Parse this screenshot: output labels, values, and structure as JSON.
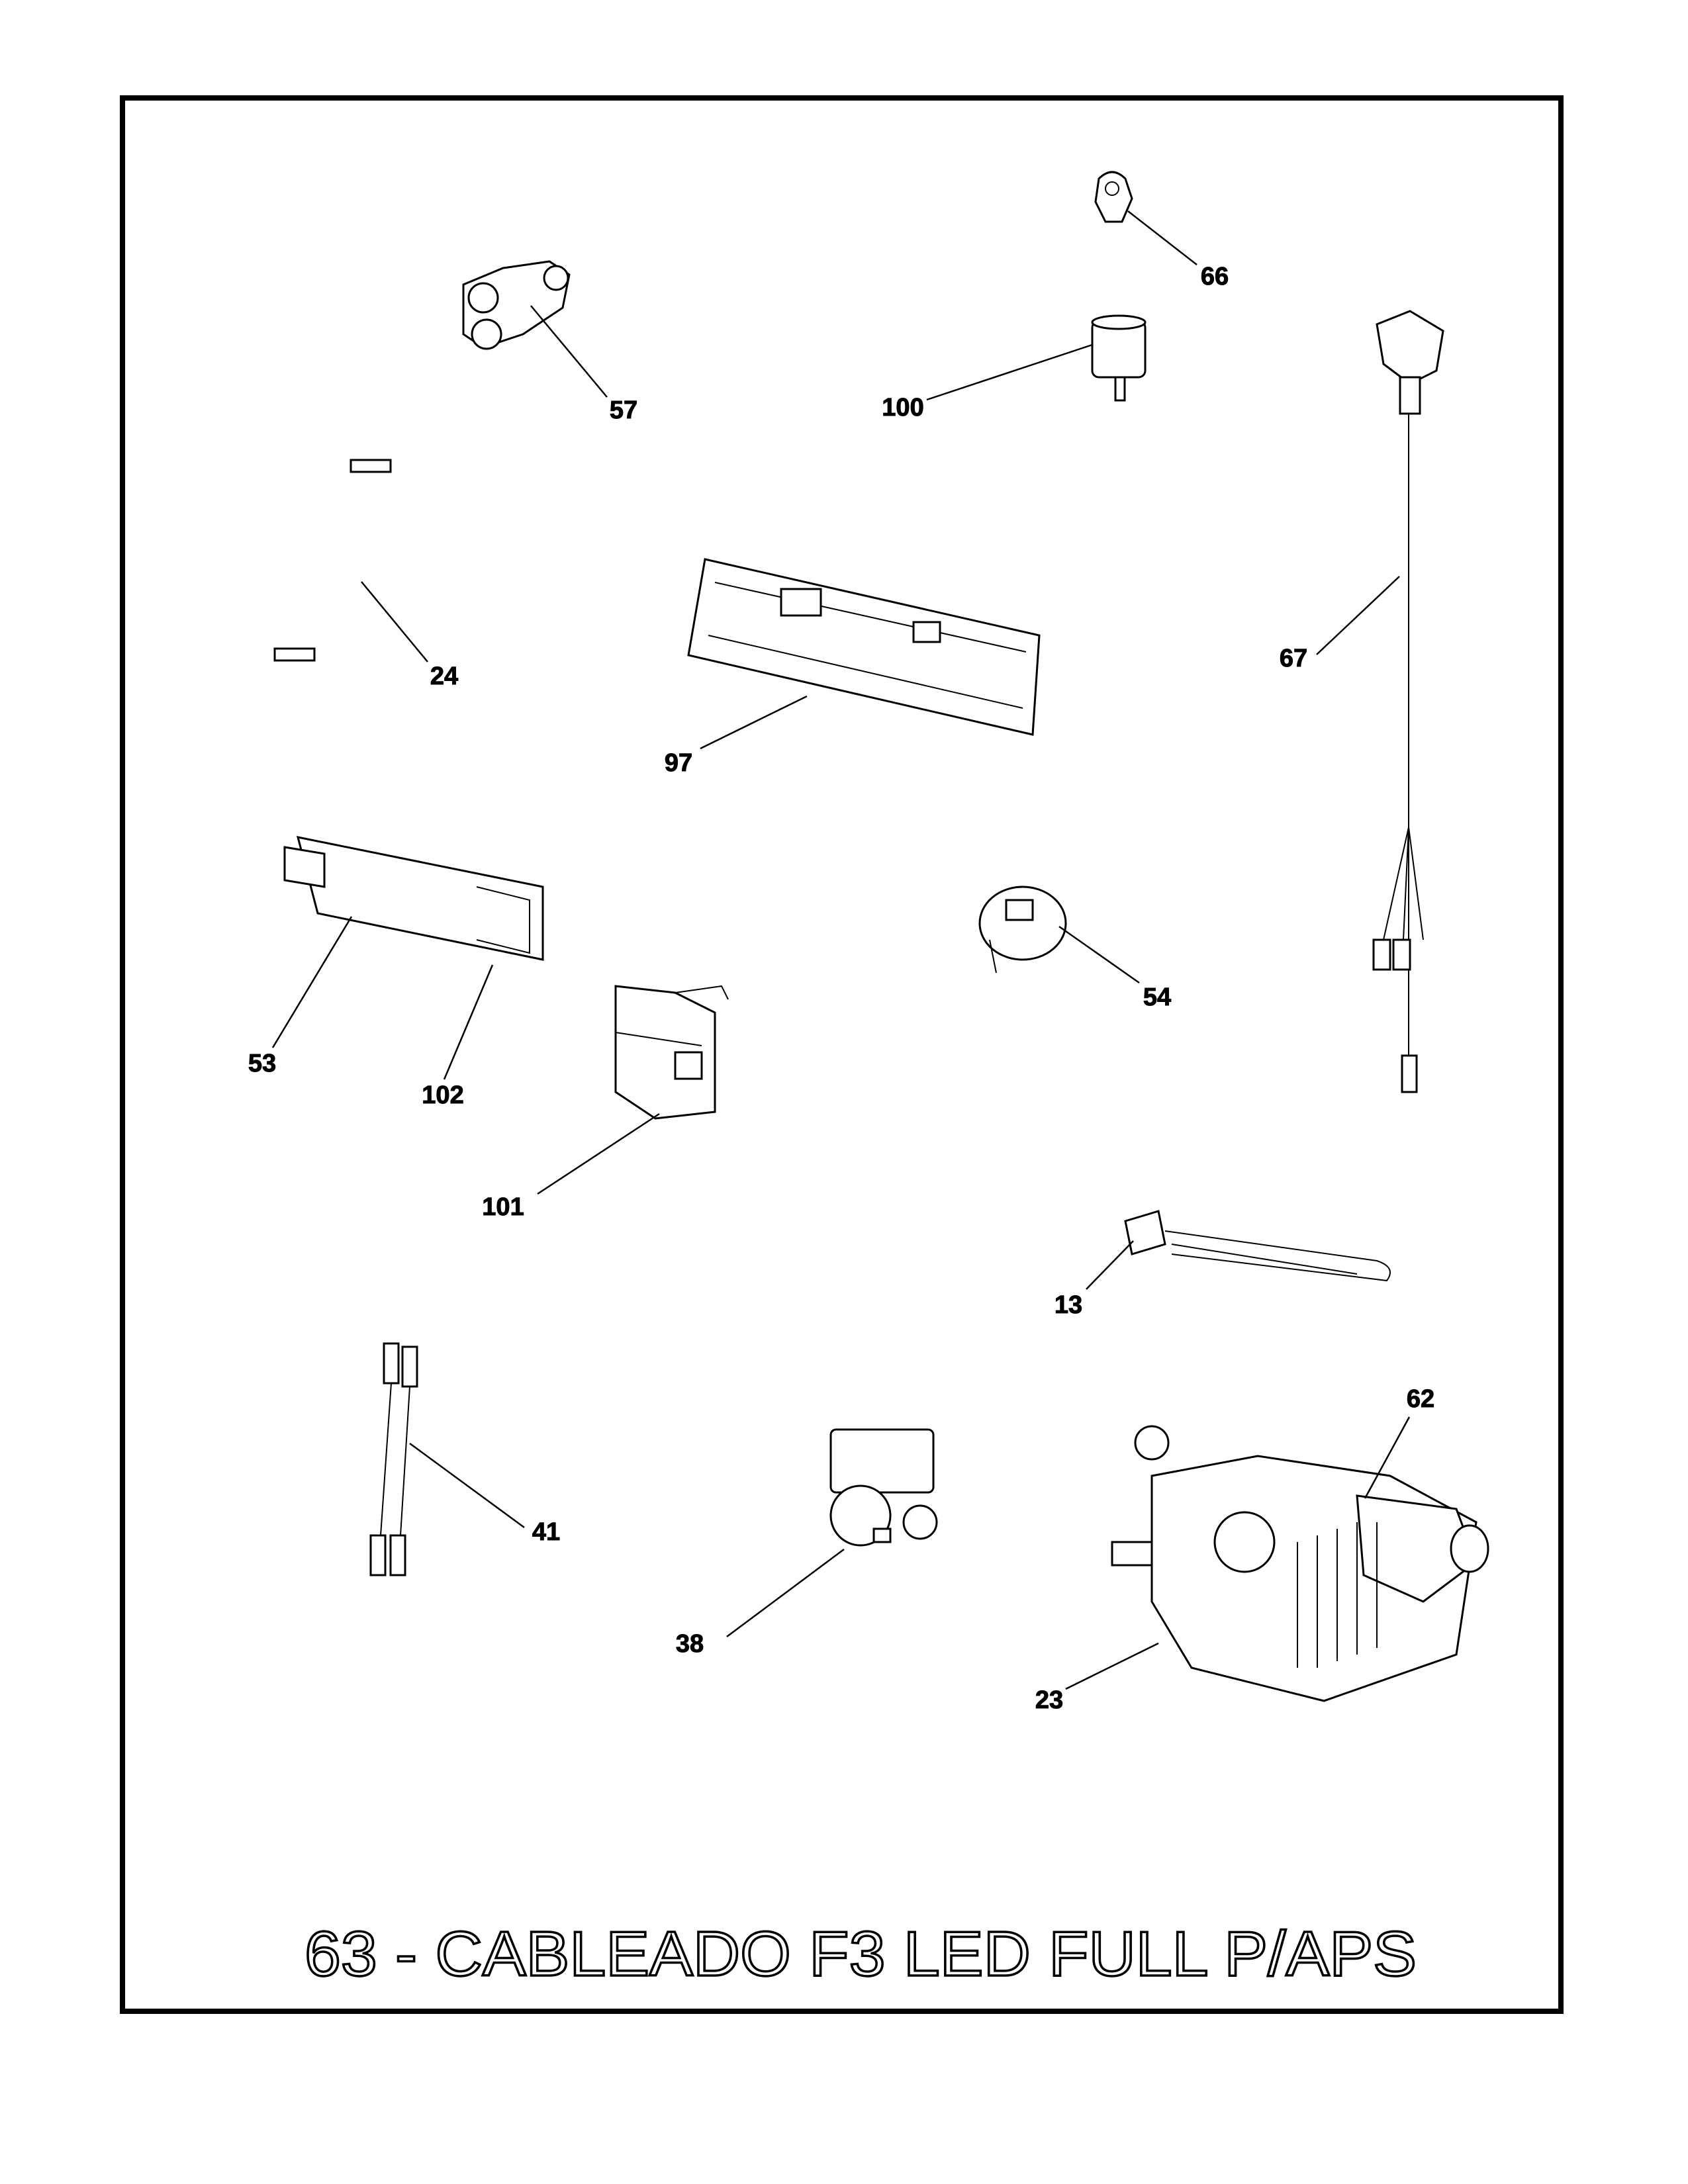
{
  "title": "63 - CABLEADO F3 LED FULL P/APS",
  "callouts": {
    "c66": "66",
    "c57": "57",
    "c100": "100",
    "c24": "24",
    "c67": "67",
    "c97": "97",
    "c53": "53",
    "c102": "102",
    "c54": "54",
    "c101": "101",
    "c13": "13",
    "c62": "62",
    "c41": "41",
    "c38": "38",
    "c23": "23"
  }
}
